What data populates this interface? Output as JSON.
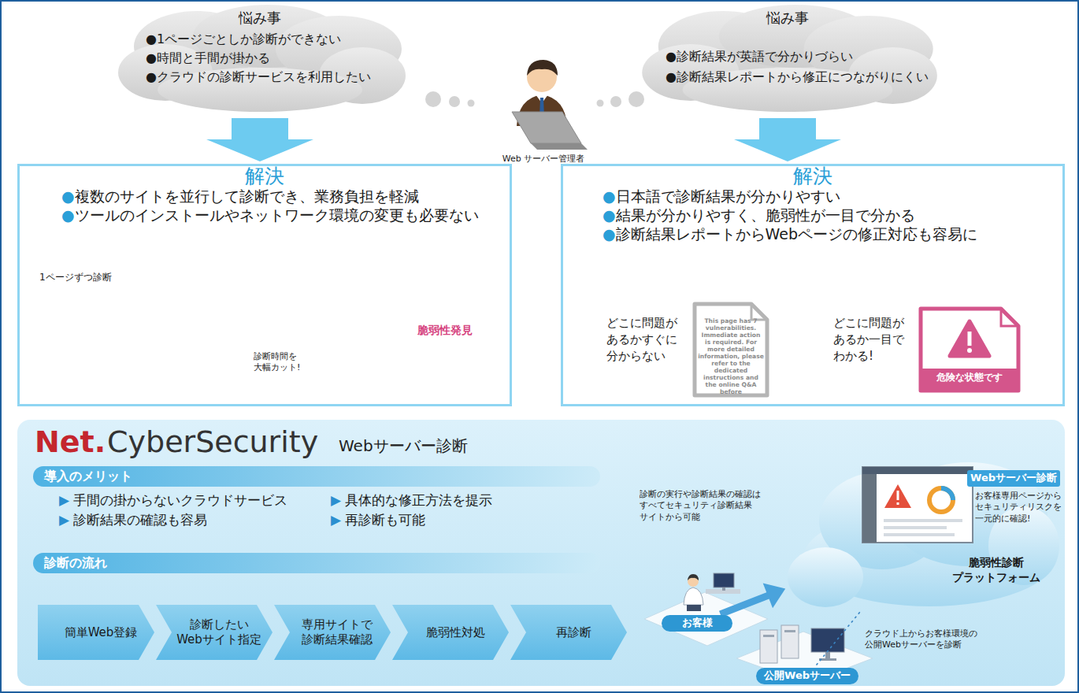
{
  "diagram": {
    "nodes": [
      {
        "text": [
          "悩み事",
          "●1ページごとしか診断ができない",
          "●時間と手間が掛かる",
          "●クラウドの診断サービスを利用したい"
        ]
      },
      {
        "text": [
          "悩み事",
          "●診断結果が英語で分かりづらい",
          "●診断結果レポートから修正につながりにくい"
        ]
      },
      {
        "text": [
          "解決",
          "●複数のサイトを並行して診断でき、業務負担を軽減",
          "●ツールのインストールやネットワーク環境の変更も必要ない"
        ]
      },
      {
        "text": [
          "解決",
          "●日本語で診断結果が分かりやすい",
          "●結果が分かりやすく、脆弱性が一目で分かる",
          "●診断結果レポートからWebページの修正対応も容易に"
        ]
      },
      {
        "text": [
          "This page has 7 vulnerabilities. Immediate action is required. For more detailed information, please refer to the dedicated instructions and the online Q&A before"
        ],
        "in": 3
      },
      {
        "text": [
          "危険な状態です"
        ],
        "in": 3
      },
      {
        "text": [
          "Net.",
          "CyberSecurity",
          "Webサーバー診断"
        ]
      },
      {
        "text": [
          "導入のメリット"
        ],
        "in": 6
      },
      {
        "text": [
          "診断の流れ"
        ],
        "in": 6
      },
      {
        "text": [
          "簡単Web登録"
        ],
        "in": 6
      },
      {
        "text": [
          "診断したい Webサイト指定"
        ],
        "in": 6
      },
      {
        "text": [
          "専用サイトで 診断結果確認"
        ],
        "in": 6
      },
      {
        "text": [
          "脆弱性対処"
        ],
        "in": 6
      },
      {
        "text": [
          "再診断"
        ],
        "in": 6
      },
      {
        "text": [
          "脆弱性診断 プラットフォーム"
        ],
        "in": 6
      },
      {
        "text": [
          "Webサーバー診断"
        ],
        "in": 6
      },
      {
        "text": [
          "お客様"
        ],
        "in": 6
      },
      {
        "text": [
          "公開Webサーバー"
        ],
        "in": 6
      }
    ],
    "edges": [
      {
        "from": 0,
        "to": 2,
        "arrow": "to"
      },
      {
        "from": 1,
        "to": 3,
        "arrow": "to"
      },
      {
        "from": 16,
        "to": 14,
        "arrow": "to"
      },
      {
        "from": 14,
        "to": 17,
        "arrow": "none"
      }
    ],
    "labels": [
      "Web サーバー管理者",
      "1ページずつ診断",
      "診断時間を 大幅カット!",
      "脆弱性発見",
      "どこに問題が あるかすぐに 分からない",
      "どこに問題が あるか一目で わかる!",
      "▶ 手間の掛からないクラウドサービス",
      "▶ 具体的な修正方法を提示",
      "▶ 診断結果の確認も容易",
      "▶ 再診断も可能",
      "診断の実行や診断結果の確認は すべてセキュリティ診断結果 サイトから可能",
      "お客様専用ページから セキュリティリスクを 一元的に確認!",
      "クラウド上からお客様環境の 公開Webサーバーを診断"
    ]
  }
}
